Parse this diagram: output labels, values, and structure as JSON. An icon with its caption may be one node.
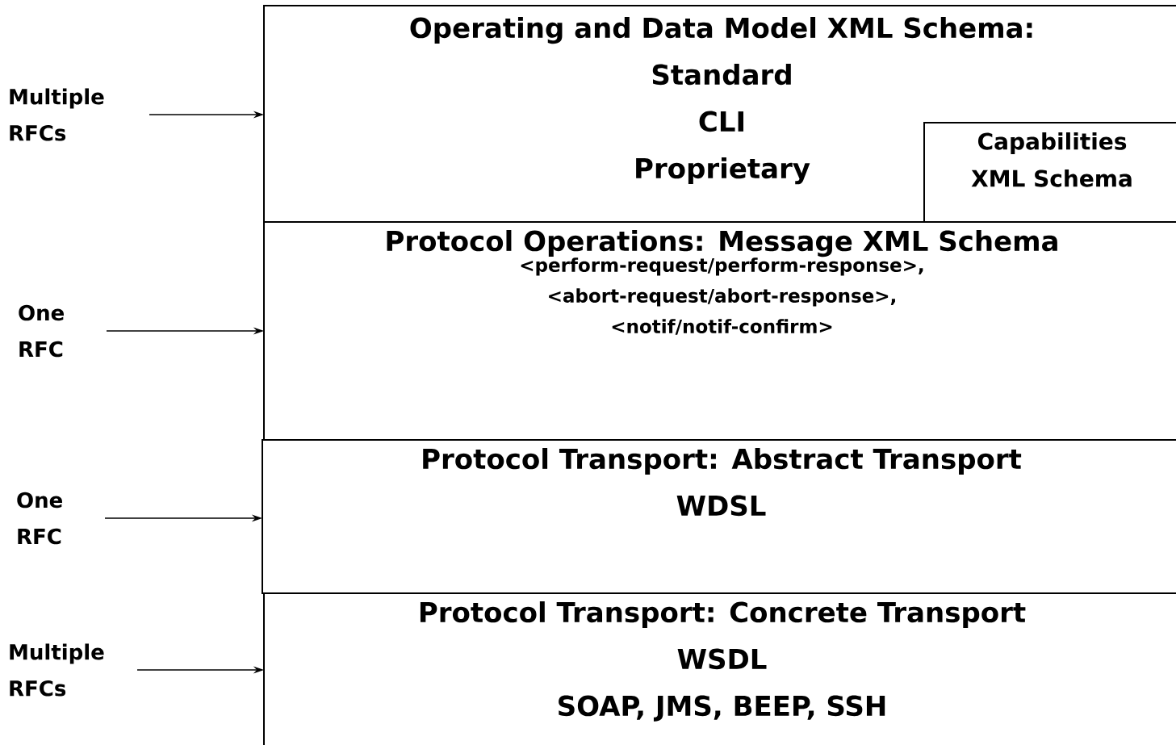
{
  "diagram": {
    "nodes": [
      {
        "text": [
          "Operating and Data Model XML Schema:",
          "Standard",
          "CLI",
          "Proprietary"
        ]
      },
      {
        "text": [
          "Capabilities XML Schema"
        ],
        "in": 0
      },
      {
        "text": [
          "Protocol Operations:  Message XML Schema",
          "<perform-request/perform-response>, <abort-request/abort-response>, <notif/notif-confirm>"
        ]
      },
      {
        "text": [
          "Protocol Transport:  Abstract Transport",
          "WDSL"
        ]
      },
      {
        "text": [
          "Protocol Transport:  Concrete Transport",
          "WSDL",
          "SOAP, JMS, BEEP, SSH"
        ]
      },
      {
        "text": [
          "Multiple RFCs"
        ]
      },
      {
        "text": [
          "One RFC"
        ]
      },
      {
        "text": [
          "One RFC"
        ]
      },
      {
        "text": [
          "Multiple RFCs"
        ]
      }
    ],
    "edges": [
      {
        "from": 5,
        "to": 0,
        "arrow": "to"
      },
      {
        "from": 6,
        "to": 2,
        "arrow": "to"
      },
      {
        "from": 7,
        "to": 3,
        "arrow": "to"
      },
      {
        "from": 8,
        "to": 4,
        "arrow": "to"
      }
    ]
  }
}
